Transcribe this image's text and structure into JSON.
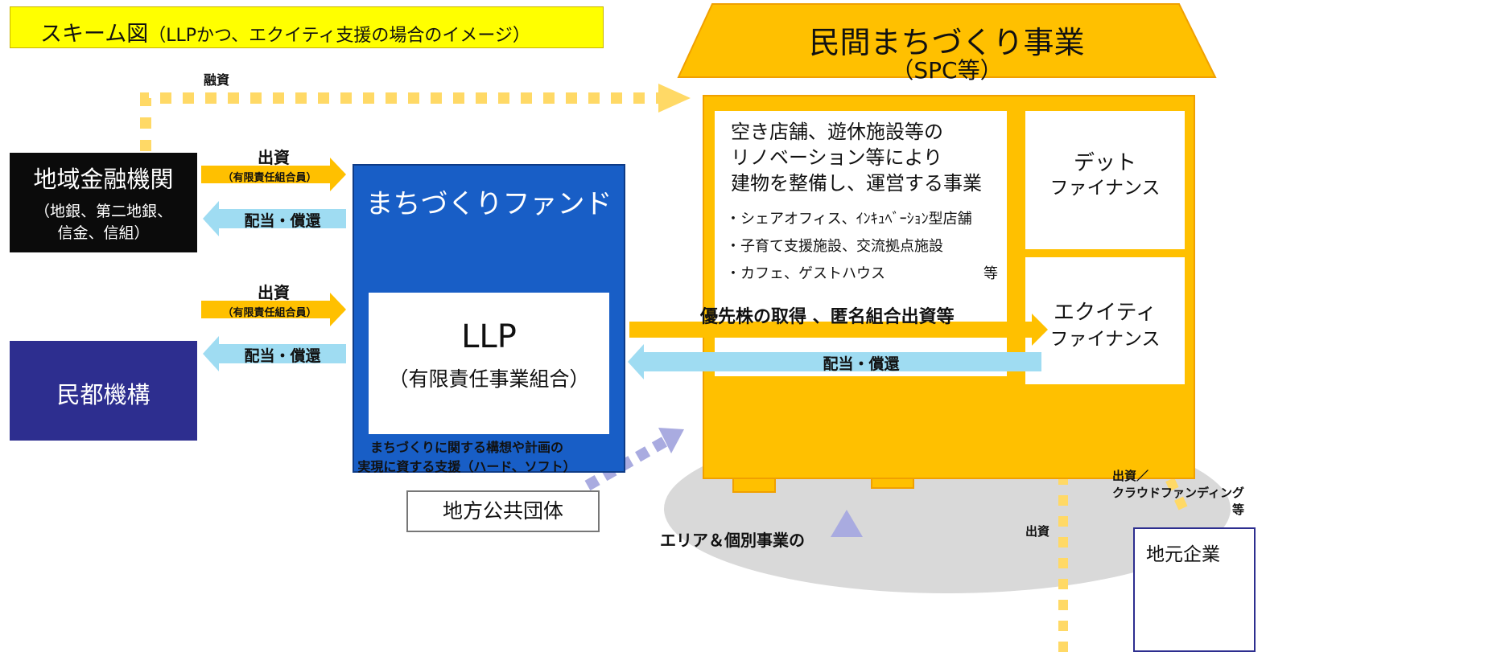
{
  "header": {
    "title_main": "スキーム図",
    "title_sub": "（LLPかつ、エクイティ支援の場合のイメージ）"
  },
  "left": {
    "bank": {
      "name": "地域金融機関",
      "sub1": "（地銀、第二地銀、",
      "sub2": "信金、信組）"
    },
    "minto": {
      "name": "民都機構"
    },
    "invest_label": "出資",
    "invest_sub": "（有限責任組合員）",
    "return_label": "配当・償還",
    "loan_label": "融資"
  },
  "fund": {
    "name": "まちづくりファンド",
    "llp_title": "LLP",
    "llp_sub": "（有限責任事業組合）"
  },
  "house": {
    "title": "民間まちづくり事業",
    "subtitle": "（SPC等）",
    "business_line1": "空き店舗、遊休施設等の",
    "business_line2": "リノベーション等により",
    "business_line3": "建物を整備し、運営する事業",
    "bullet1": "・シェアオフィス、ｲﾝｷｭﾍﾞｰｼｮﾝ型店舗",
    "bullet2": "・子育て支援施設、交流拠点施設",
    "bullet3": "・カフェ、ゲストハウス",
    "bullet_etc": "等",
    "debt_line1": "デット",
    "debt_line2": "ファイナンス",
    "equity_line1": "エクイティ",
    "equity_line2": "ファイナンス"
  },
  "flows": {
    "preferred": "優先株の取得 、匿名組合出資等",
    "return_label": "配当・償還",
    "support_line1": "まちづくりに関する構想や計画の",
    "support_line2": "実現に資する支援（ハード、ソフト）",
    "area_label": "エリア＆個別事業の",
    "invest_label": "出資",
    "crowd_line1": "出資／",
    "crowd_line2": "クラウドファンディング",
    "crowd_line3": "等"
  },
  "bottom": {
    "local_gov": "地方公共団体",
    "local_biz": "地元企業"
  },
  "colors": {
    "yellow_title": "#ffff00",
    "orange": "#ffc000",
    "fund_blue": "#185ec6",
    "minto_navy": "#2d2e8f",
    "return_cyan": "#9fdcf2",
    "dotted_arrow": "#ffd966",
    "support_arrow": "#a9abe0",
    "ellipse_gray": "#d9d9d9"
  }
}
